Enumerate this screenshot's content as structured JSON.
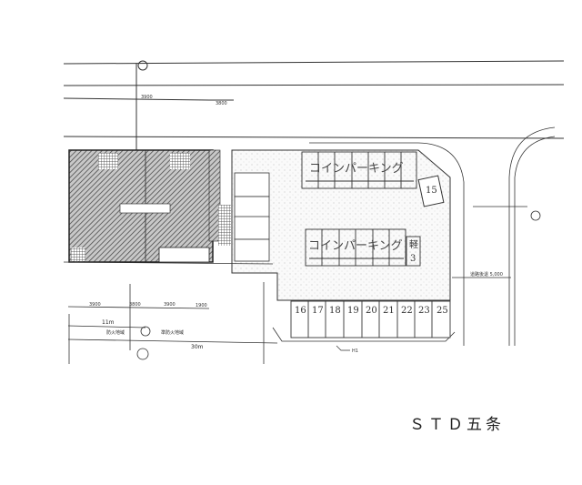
{
  "title": "ＳＴＤ五条",
  "parking_labels": [
    "コインパーキング",
    "コインパーキング"
  ],
  "space_15": "15",
  "kei": {
    "label": "軽",
    "number": "3"
  },
  "bottom_spaces": [
    "16",
    "17",
    "18",
    "19",
    "20",
    "21",
    "22",
    "23",
    "25"
  ],
  "dimensions": {
    "d1": "3900",
    "d2": "3800",
    "d3": "3900",
    "d4": "1900",
    "road_width": "5,000",
    "top1": "3900",
    "top2": "3800"
  },
  "distances": {
    "fire_zone_len": "11m",
    "total_len": "30m"
  },
  "zones": {
    "fire": "防火地域",
    "semi_fire": "準防火地域"
  },
  "road_label": "道路後退 5,000",
  "line_label": "H1"
}
